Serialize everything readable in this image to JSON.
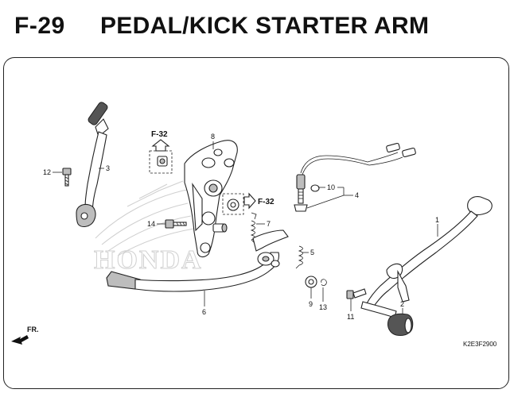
{
  "header": {
    "code": "F-29",
    "title": "PEDAL/KICK STARTER ARM"
  },
  "callouts": {
    "p1": "1",
    "p2": "2",
    "p3": "3",
    "p4": "4",
    "p5": "5",
    "p6": "6",
    "p7": "7",
    "p8": "8",
    "p9": "9",
    "p10": "10",
    "p11": "11",
    "p12": "12",
    "p13": "13",
    "p14": "14"
  },
  "references": {
    "ref_top": "F-32",
    "ref_right": "F-32"
  },
  "direction": {
    "label": "FR."
  },
  "watermark": {
    "text": "HONDA"
  },
  "diagram_code": "K2E3F2900"
}
